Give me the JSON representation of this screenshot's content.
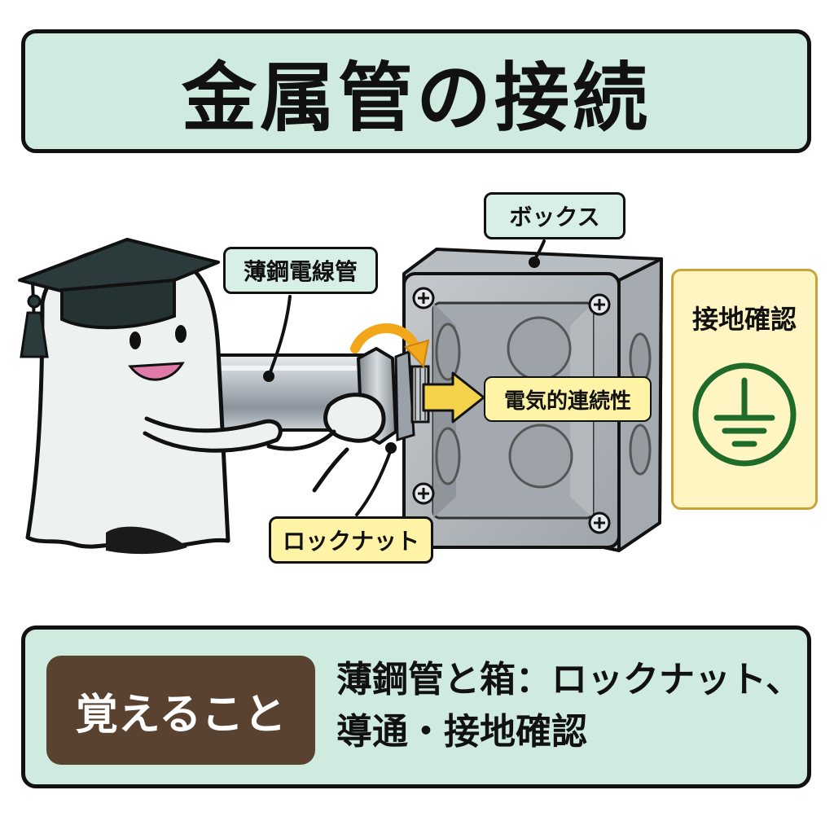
{
  "title": "金属管の接続",
  "labels": {
    "box": "ボックス",
    "pipe": "薄鋼電線管",
    "locknut": "ロックナット",
    "continuity": "電気的連続性"
  },
  "ground_check": {
    "title": "接地確認",
    "icon": "ground-symbol-icon"
  },
  "summary": {
    "badge": "覚えること",
    "line1": "薄鋼管と箱：ロックナット、",
    "line2": "導通・接地確認"
  },
  "colors": {
    "mint_background": "#cfeadf",
    "badge_brown": "#5a4230",
    "label_yellow": "#fff3a6",
    "ground_green": "#1f6b2a",
    "arrow_orange": "#f2a71b"
  }
}
